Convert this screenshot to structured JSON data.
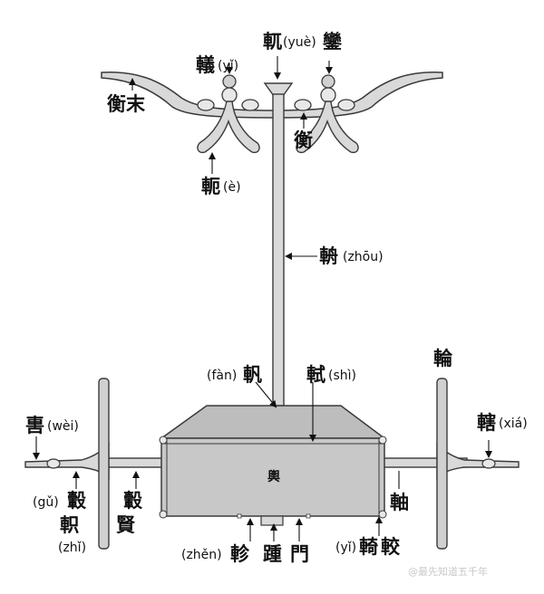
{
  "labels": {
    "yue": {
      "char": "軏",
      "pinyin": "(yuè)",
      "char2": "鑾"
    },
    "yi_top": {
      "char": "轙",
      "pinyin": "(yǐ)"
    },
    "hengmo": "衡末",
    "heng": "衡",
    "e": {
      "char": "軛",
      "pinyin": "(è)"
    },
    "zhou": {
      "char": "輈",
      "pinyin": "(zhōu)"
    },
    "lun": "輪",
    "fan": {
      "pinyin": "(fàn)",
      "char": "軓"
    },
    "shi": {
      "char": "軾",
      "pinyin": "(shì)"
    },
    "wei": {
      "char": "軎",
      "pinyin": "(wèi)"
    },
    "xia": {
      "char": "轄",
      "pinyin": "(xiá)"
    },
    "yu": "輿",
    "gu": {
      "pinyin": "(gǔ)",
      "char": "轂"
    },
    "zhi": {
      "char": "軹",
      "pinyin": "(zhǐ)"
    },
    "xian": "轂",
    "xian2": "賢",
    "zhou_axle": "軸",
    "zhen": {
      "pinyin": "(zhěn)",
      "char": "軫"
    },
    "zhong": "踵",
    "men": "門",
    "yi_bottom": {
      "pinyin": "(yǐ)",
      "char": "輢"
    },
    "jiao": "較"
  },
  "watermark": "@最先知道五千年",
  "colors": {
    "stroke": "#3a3a3a",
    "fill_light": "#d9d9d9",
    "fill_box": "#c8c8c8",
    "fill_box_top": "#bdbdbd"
  }
}
